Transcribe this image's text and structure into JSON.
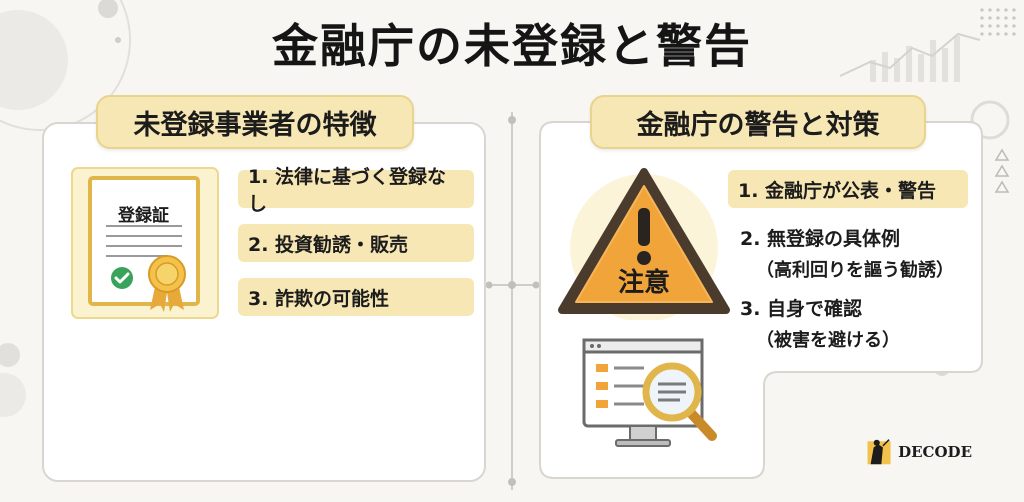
{
  "title": "金融庁の未登録と警告",
  "left": {
    "heading": "未登録事業者の特徴",
    "certificate_label": "登録証",
    "items": [
      "1. 法律に基づく登録なし",
      "2. 投資勧誘・販売",
      "3. 詐欺の可能性"
    ]
  },
  "right": {
    "heading": "金融庁の警告と対策",
    "warning_label": "注意",
    "items": [
      {
        "main": "1. 金融庁が公表・警告",
        "sub": ""
      },
      {
        "main": "2. 無登録の具体例",
        "sub": "（高利回りを謳う勧誘）"
      },
      {
        "main": "3. 自身で確認",
        "sub": "（被害を避ける）"
      }
    ]
  },
  "logo": "DECODE",
  "colors": {
    "accent_yellow": "#f6e7b4",
    "warning_orange": "#f1a43a",
    "check_green": "#3aa35b",
    "panel_border": "#d9d6cf"
  },
  "icons": [
    "certificate-icon",
    "checkmark-icon",
    "ribbon-badge-icon",
    "warning-triangle-icon",
    "monitor-icon",
    "magnifier-icon"
  ]
}
